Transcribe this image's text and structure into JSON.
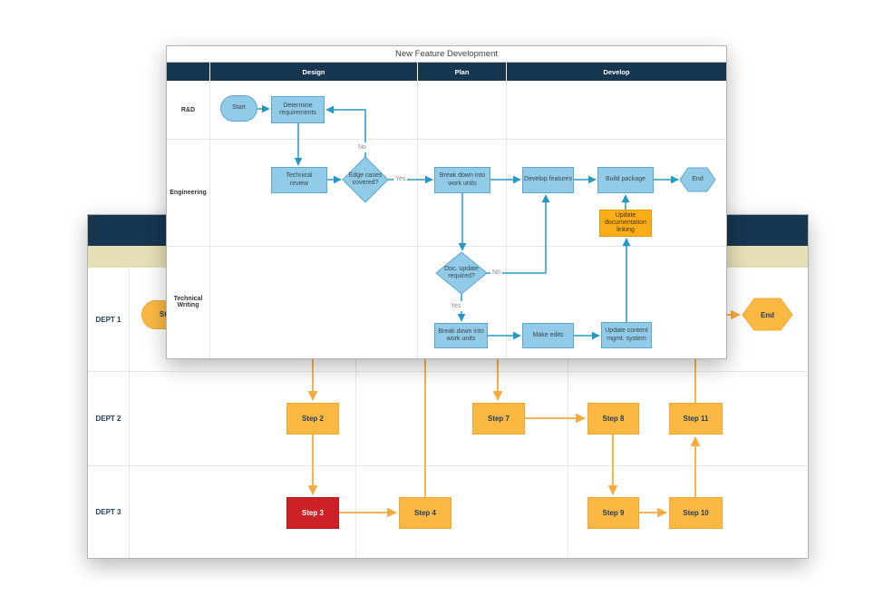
{
  "foreground": {
    "title": "New Feature Development",
    "columns": {
      "design": "Design",
      "plan": "Plan",
      "develop": "Develop"
    },
    "lanes": {
      "rnd": "R&D",
      "engineering": "Engineering",
      "technical_writing": "Technical Writing"
    },
    "nodes": {
      "start": "Start",
      "determine_requirements": "Determine requirements",
      "technical_review": "Technical review",
      "edge_cases_covered": "Edge cases covered?",
      "break_down_work_units_eng": "Break down into work units",
      "develop_features": "Develop features",
      "build_package": "Build package",
      "end": "End",
      "update_documentation_linking": "Update documentation linking",
      "doc_update_required": "Doc. update required?",
      "break_down_work_units_tw": "Break down into work units",
      "make_edits": "Make edits",
      "update_content_mgmt_system": "Update content mgmt. system"
    },
    "edge_labels": {
      "no_requirements_loop": "No",
      "yes_edge_cases": "Yes",
      "no_doc_update": "No",
      "yes_doc_update": "Yes"
    }
  },
  "background": {
    "lanes": {
      "dept1": "DEPT 1",
      "dept2": "DEPT 2",
      "dept3": "DEPT 3"
    },
    "nodes": {
      "start": "Start",
      "step2": "Step 2",
      "step3": "Step 3",
      "step4": "Step 4",
      "step7": "Step 7",
      "step8": "Step 8",
      "step9": "Step 9",
      "step10": "Step 10",
      "step11": "Step 11",
      "end": "End"
    }
  },
  "colors": {
    "header_navy": "#17364f",
    "band_tan": "#e5dfb6",
    "shape_blue": "#92cbe8",
    "shape_blue_border": "#5ba7cf",
    "connector_teal": "#2499c6",
    "shape_orange": "#fbb843",
    "shape_amber": "#fbad18",
    "shape_red": "#cd2128",
    "connector_orange": "#f7a93b",
    "label_navy": "#1f3c5f"
  }
}
